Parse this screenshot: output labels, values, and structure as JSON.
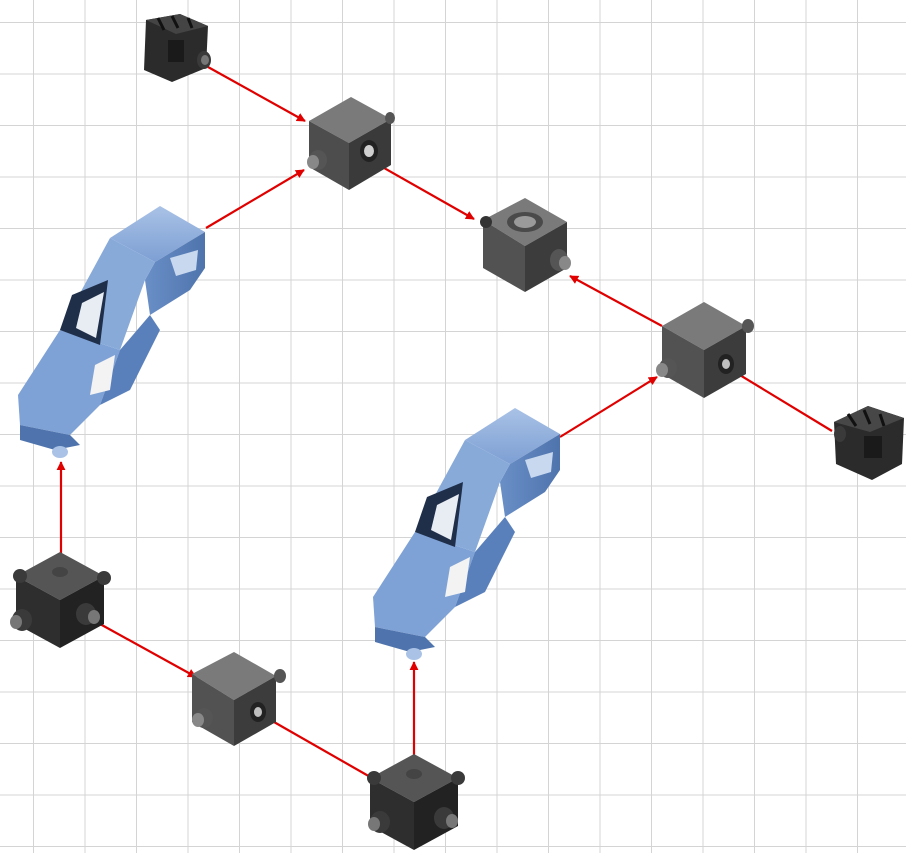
{
  "diagram": {
    "kind": "exploded assembly diagram",
    "background": "grid",
    "colors": {
      "grid_line": "#d4d4d4",
      "arrow": "#e00000",
      "cube_dark": "#3a3a3a",
      "cube_gray": "#5a5a5a",
      "bracket_blue": "#6f95cc",
      "connector_black": "#262626"
    },
    "parts": [
      {
        "id": "connector-a",
        "type": "black-clip-connector"
      },
      {
        "id": "cube-top",
        "type": "gray-cube-pin"
      },
      {
        "id": "cube-center",
        "type": "gray-cube-socket"
      },
      {
        "id": "cube-right",
        "type": "gray-cube-pin"
      },
      {
        "id": "connector-b",
        "type": "black-clip-connector"
      },
      {
        "id": "bracket-left",
        "type": "blue-bracket"
      },
      {
        "id": "bracket-right",
        "type": "blue-bracket"
      },
      {
        "id": "cube-bottom-left",
        "type": "black-cube-multi-pin"
      },
      {
        "id": "cube-bottom-mid",
        "type": "gray-cube-pin"
      },
      {
        "id": "cube-bottom-right",
        "type": "black-cube-multi-pin"
      }
    ],
    "connections": [
      {
        "from": "connector-a",
        "to": "cube-top"
      },
      {
        "from": "cube-top",
        "to": "cube-center"
      },
      {
        "from": "bracket-left",
        "to": "cube-top"
      },
      {
        "from": "cube-right",
        "to": "cube-center"
      },
      {
        "from": "connector-b",
        "to": "cube-right"
      },
      {
        "from": "bracket-right",
        "to": "cube-right"
      },
      {
        "from": "cube-bottom-left",
        "to": "bracket-left"
      },
      {
        "from": "cube-bottom-left",
        "to": "cube-bottom-mid"
      },
      {
        "from": "cube-bottom-right",
        "to": "cube-bottom-mid"
      },
      {
        "from": "cube-bottom-right",
        "to": "bracket-right"
      }
    ]
  }
}
